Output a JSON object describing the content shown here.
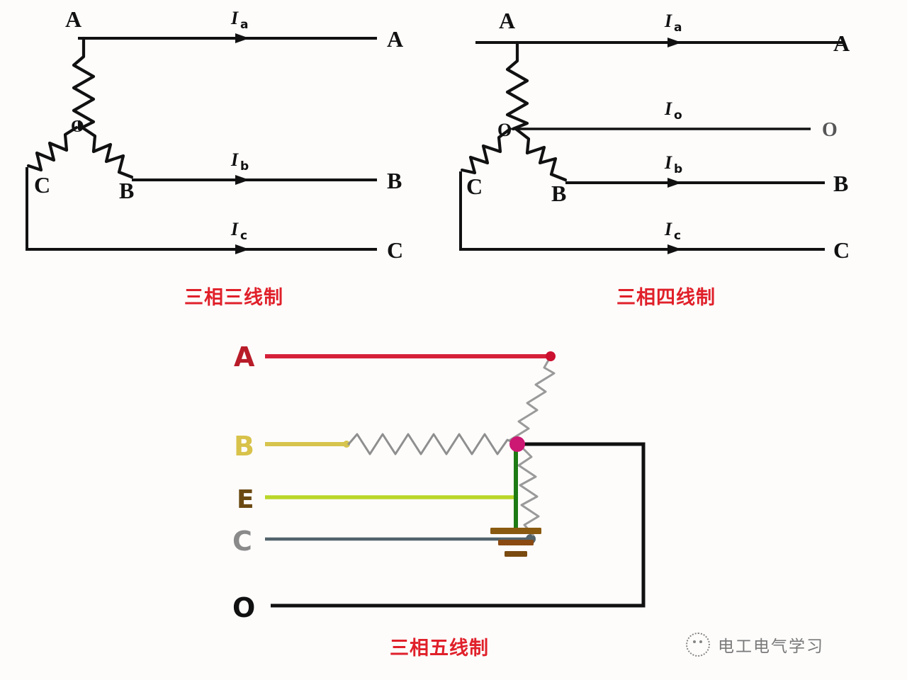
{
  "page": {
    "background_color": "#fdfcfb",
    "caption_color": "#e0202a"
  },
  "diagrams": [
    {
      "id": "three-wire",
      "caption": "三相三线制",
      "description": "three-phase three-wire wye connection",
      "source_terminals": [
        "A",
        "B",
        "C"
      ],
      "neutral_label": "O",
      "line_labels": [
        "A",
        "B",
        "C"
      ],
      "current_labels": [
        {
          "symbol": "I",
          "subscript": "a"
        },
        {
          "symbol": "I",
          "subscript": "b"
        },
        {
          "symbol": "I",
          "subscript": "c"
        }
      ],
      "wire_color": "#111111",
      "wire_count": 3
    },
    {
      "id": "four-wire",
      "caption": "三相四线制",
      "description": "three-phase four-wire wye connection with neutral",
      "source_terminals": [
        "A",
        "B",
        "C"
      ],
      "neutral_label": "O",
      "line_labels": [
        "A",
        "O",
        "B",
        "C"
      ],
      "current_labels": [
        {
          "symbol": "I",
          "subscript": "a"
        },
        {
          "symbol": "I",
          "subscript": "o"
        },
        {
          "symbol": "I",
          "subscript": "b"
        },
        {
          "symbol": "I",
          "subscript": "c"
        }
      ],
      "wire_color": "#111111",
      "wire_count": 4
    },
    {
      "id": "five-wire",
      "caption": "三相五线制",
      "description": "three-phase five-wire system with separate earth and neutral",
      "conductors": [
        {
          "label": "A",
          "role": "phase-a",
          "label_color": "#b81c28",
          "line_color": "#d6203a"
        },
        {
          "label": "B",
          "role": "phase-b",
          "label_color": "#d8c24a",
          "line_color": "#d6c44e"
        },
        {
          "label": "E",
          "role": "earth",
          "label_color": "#6b4a12",
          "line_color": "#b9d628"
        },
        {
          "label": "C",
          "role": "phase-c",
          "label_color": "#8a8a8a",
          "line_color": "#51636b"
        },
        {
          "label": "O",
          "role": "neutral",
          "label_color": "#111111",
          "line_color": "#111111"
        }
      ],
      "node_color": "#cc1773",
      "ground_color": "#8a5a10",
      "winding_color": "#9a9a9a",
      "earth_drop_color": "#1d7a14"
    }
  ],
  "watermark": {
    "text": "电工电气学习",
    "logo": "circle-face-logo"
  }
}
